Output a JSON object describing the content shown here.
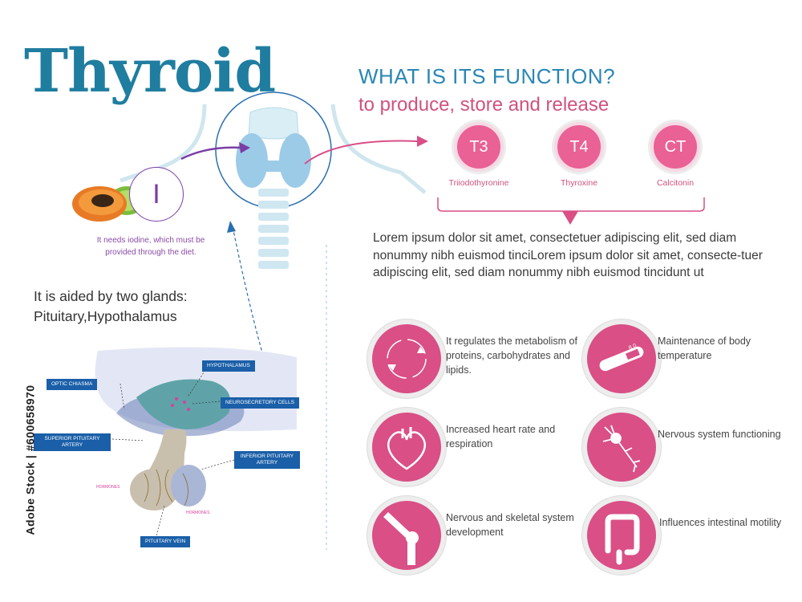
{
  "title": "Thyroid",
  "function": {
    "question": "WHAT IS ITS FUNCTION?",
    "subtitle": "to produce, store and release"
  },
  "hormones": [
    {
      "abbr": "T3",
      "name": "Triiodothyronine"
    },
    {
      "abbr": "T4",
      "name": "Thyroxine"
    },
    {
      "abbr": "CT",
      "name": "Calcitonin"
    }
  ],
  "iodine": {
    "symbol": "I",
    "note": "It needs iodine, which must be provided through the diet."
  },
  "glands": {
    "title": "It is aided by two glands:",
    "names": "Pituitary,Hypothalamus"
  },
  "diagram_labels": {
    "hypothalamus": "HYPOTHALAMUS",
    "optic_chiasma": "OPTIC CHIASMA",
    "neurosecretory": "NEUROSECRETORY CELLS",
    "superior_artery": "SUPERIOR PITUITARY ARTERY",
    "inferior_artery": "INFERIOR PITUITARY ARTERY",
    "pituitary_vein": "PITUITARY VEIN",
    "hormones_left": "HORMONES",
    "hormones_right": "HORMONES"
  },
  "lorem": "Lorem ipsum dolor sit amet, consectetuer adipiscing elit, sed diam nonummy nibh euismod tinciLorem ipsum dolor sit amet, consecte-tuer adipiscing elit, sed diam nonummy nibh euismod tincidunt ut",
  "functions": [
    {
      "icon": "metabolism-cycle-icon",
      "text": "It regulates the metabolism of proteins, carbohydrates and lipids."
    },
    {
      "icon": "thermometer-icon",
      "text": "Maintenance of body temperature"
    },
    {
      "icon": "heart-icon",
      "text": "Increased heart rate and respiration"
    },
    {
      "icon": "neuron-icon",
      "text": "Nervous system functioning"
    },
    {
      "icon": "bone-joint-icon",
      "text": "Nervous and skeletal system development"
    },
    {
      "icon": "intestine-icon",
      "text": "Influences intestinal motility"
    }
  ],
  "thermometer_reading": "8.0",
  "stock_id": "Adobe Stock | #600658970",
  "colors": {
    "title": "#1f7da0",
    "accent_pink": "#d94f86",
    "accent_blue": "#2a86b5",
    "iodine_purple": "#7a3ea6",
    "label_blue": "#1a5fa8"
  }
}
